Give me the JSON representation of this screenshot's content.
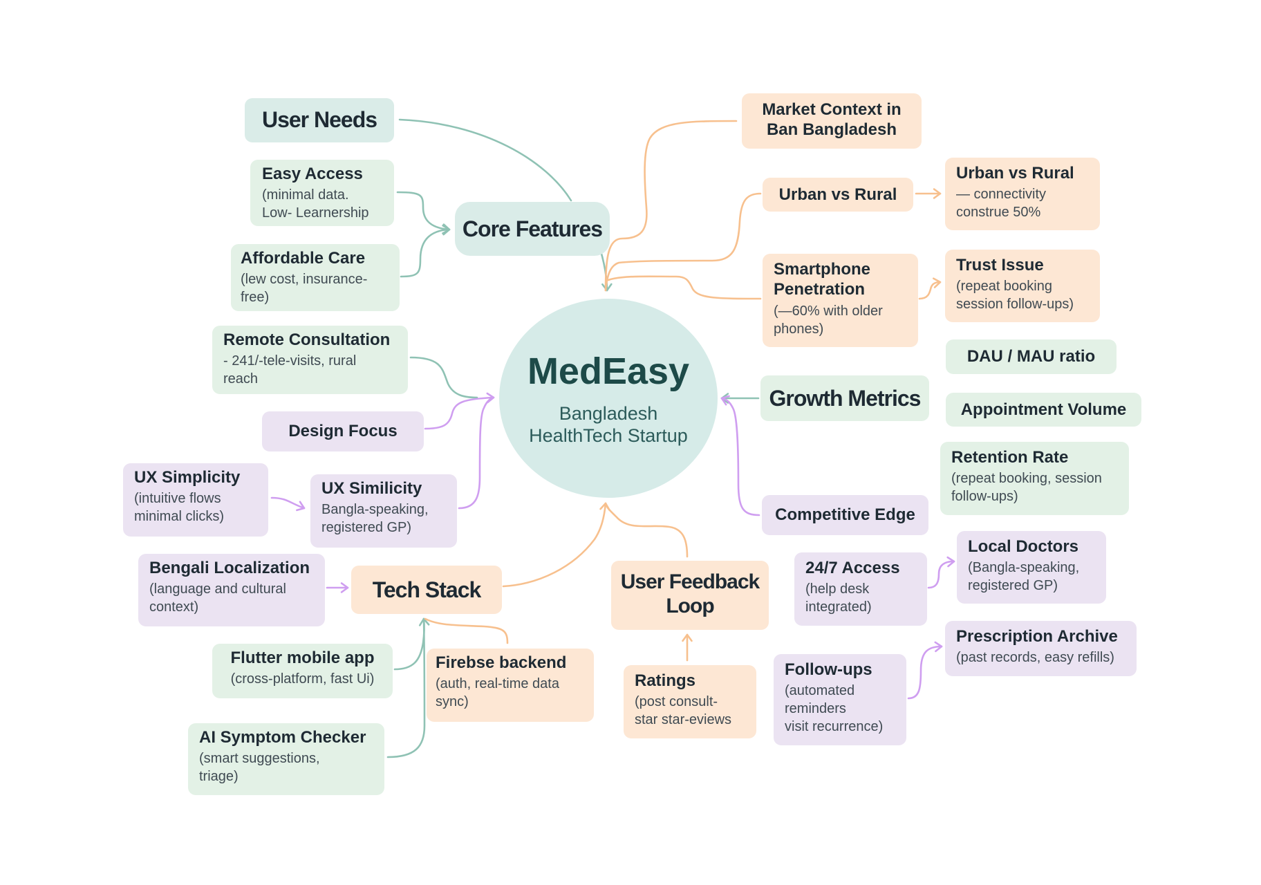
{
  "center": {
    "title": "MedEasy",
    "subtitle": "Bangladesh\nHealthTech Startup"
  },
  "nodes": {
    "user_needs": {
      "title": "User Needs"
    },
    "core_features": {
      "title": "Core Features"
    },
    "easy_access": {
      "title": "Easy Access",
      "sub": "(minimal data.\nLow- Learnership"
    },
    "affordable_care": {
      "title": "Affordable Care",
      "sub": "(lew cost, insurance-\n  free)"
    },
    "remote_consultation": {
      "title": "Remote Consultation",
      "sub": " - 241/-tele-visits, rural\nreach"
    },
    "design_focus": {
      "title": "Design Focus"
    },
    "ux_simplicity_a": {
      "title": "UX Simplicity",
      "sub": "(intuitive flows\nminimal clicks)"
    },
    "ux_simplicity_b": {
      "title": "UX Similicity",
      "sub": "Bangla-speaking,\nregistered GP)"
    },
    "bengali_localization": {
      "title": "Bengali Localization",
      "sub": "(language and cultural\ncontext)"
    },
    "tech_stack": {
      "title": "Tech Stack"
    },
    "flutter": {
      "title": "Flutter mobile app",
      "sub": "(cross-platform, fast Ui)"
    },
    "firebase": {
      "title": "Firebse backend",
      "sub": " (auth, real-time data\n sync)"
    },
    "ai_symptom": {
      "title": "AI Symptom Checker",
      "sub": " (smart suggestions,\n triage)"
    },
    "user_feedback": {
      "title": "User Feedback\nLoop"
    },
    "ratings": {
      "title": "Ratings",
      "sub": "(post consult-\nstar star-eviews"
    },
    "market_context": {
      "title": "Market Context in\nBan Bangladesh"
    },
    "urban_rural": {
      "title": "Urban vs Rural"
    },
    "urban_rural_detail": {
      "title": "Urban vs Rural",
      "sub": "— connectivity\nconstrue 50%"
    },
    "smartphone": {
      "title": "Smartphone\nPenetration",
      "sub": "(—60% with older\nphones)"
    },
    "trust_issue": {
      "title": "Trust Issue",
      "sub": "(repeat booking\nsession follow-ups)"
    },
    "dau_mau": {
      "title": "DAU / MAU ratio"
    },
    "growth_metrics": {
      "title": "Growth Metrics"
    },
    "appointment_volume": {
      "title": "Appointment Volume"
    },
    "retention_rate": {
      "title": "Retention Rate",
      "sub": "(repeat booking, session\nfollow-ups)"
    },
    "competitive_edge": {
      "title": "Competitive Edge"
    },
    "access_247": {
      "title": "24/7 Access",
      "sub": "(help desk\nintegrated)"
    },
    "local_doctors": {
      "title": "Local Doctors",
      "sub": "(Bangla-speaking,\nregistered GP)"
    },
    "prescription_archive": {
      "title": "Prescription Archive",
      "sub": "(past records, easy refills)"
    },
    "follow_ups": {
      "title": "Follow-ups",
      "sub": "(automated\nreminders\nvisit recurrence)"
    }
  },
  "colors": {
    "teal": "#8fc2b4",
    "peach": "#f7c08e",
    "lavender": "#cf9ef0",
    "hub": "#d6ebe8"
  }
}
